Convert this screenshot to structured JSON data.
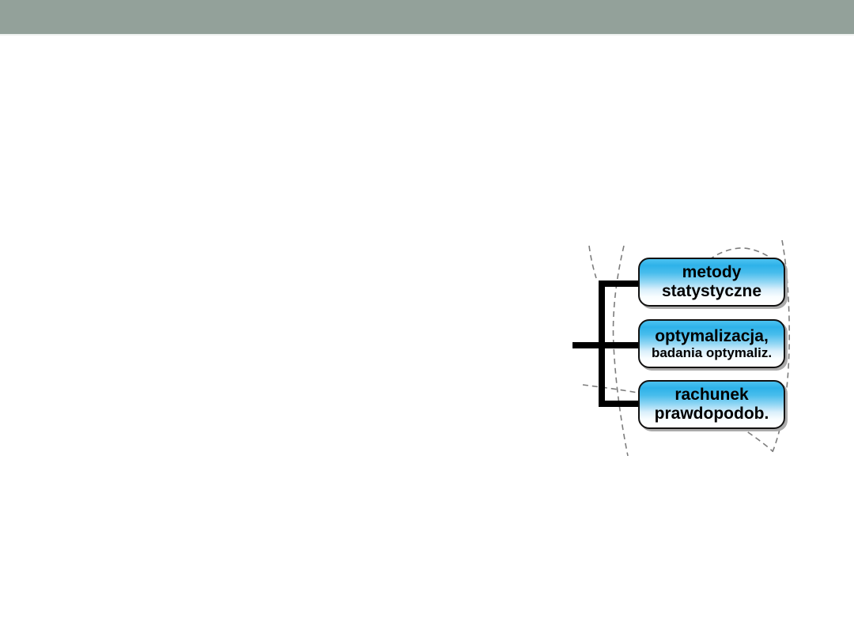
{
  "slide": {
    "header_bar_color": "#93A19A",
    "background_color": "#FFFFFF"
  },
  "diagram": {
    "nodes": [
      {
        "line1": "metody",
        "line2": "statystyczne"
      },
      {
        "line1": "optymalizacja,",
        "line2": "badania optymaliz."
      },
      {
        "line1": "rachunek",
        "line2": "prawdopodob."
      }
    ],
    "node_fill_top_color": "#2EB2E9",
    "node_fill_bottom_color": "#FFFFFF",
    "node_border_color": "#111111",
    "node_shadow_color": "#ABABAB",
    "connector_color": "#000000",
    "dashed_line_color": "#7D7D7D"
  }
}
